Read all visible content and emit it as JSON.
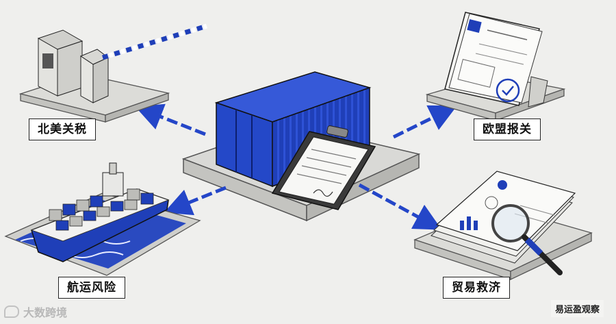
{
  "diagram": {
    "labels": {
      "north_america": "北美关税",
      "eu": "欧盟报关",
      "shipping": "航运风险",
      "trade": "贸易救济"
    },
    "source": "易运盈观察",
    "watermark": "大数跨境",
    "colors": {
      "accent": "#1f3fb8",
      "arrow": "#2446c8",
      "background": "#efefed"
    }
  }
}
